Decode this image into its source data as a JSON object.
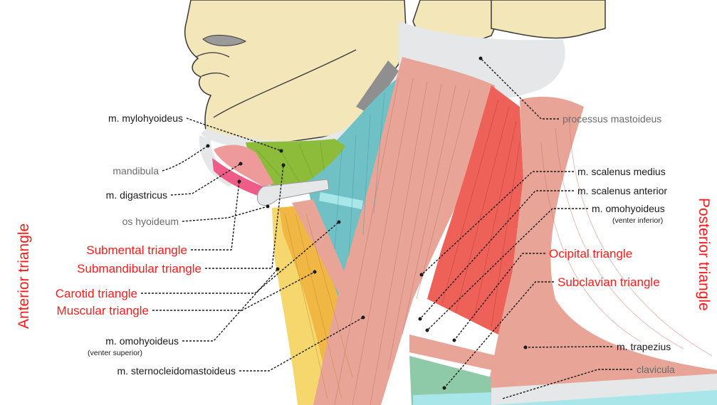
{
  "labels": {
    "mylohyoideus": "m. mylohyoideus",
    "mandibula": "mandibula",
    "digastricus": "m. digastricus",
    "os_hyoideum": "os hyoideum",
    "submental": "Submental triangle",
    "submandibular": "Submandibular triangle",
    "carotid": "Carotid triangle",
    "muscular": "Muscular triangle",
    "omohyoideus_sup": "m. omohyoideus",
    "omohyoideus_sup_note": "(venter superior)",
    "sternocleidomastoideus": "m. sternocleidomastoideus",
    "processus_mastoideus": "processus mastoideus",
    "scalenus_medius": "m. scalenus medius",
    "scalenus_anterior": "m. scalenus anterior",
    "omohyoideus_inf": "m. omohyoideus",
    "omohyoideus_inf_note": "(venter inferior)",
    "occipital": "Ocipital triangle",
    "subclavian": "Subclavian triangle",
    "trapezius": "m. trapezius",
    "clavicula": "clavicula"
  },
  "regions": {
    "anterior": "Anterior triangle",
    "posterior": "Posterior triangle"
  },
  "colors": {
    "skin": "#f3e6b8",
    "bone": "#e6e7e8",
    "muscle_pink": "#e8a497",
    "muscle_red": "#ee6158",
    "muscle_green": "#8dbb3a",
    "muscle_teal": "#6fc1c6",
    "digastric_magenta": "#ee5c87",
    "anterior_yellow": "#f5d76e",
    "anterior_orange": "#f0b744",
    "label_red": "#ff1a1a",
    "label_gray": "#6b6b6b"
  }
}
